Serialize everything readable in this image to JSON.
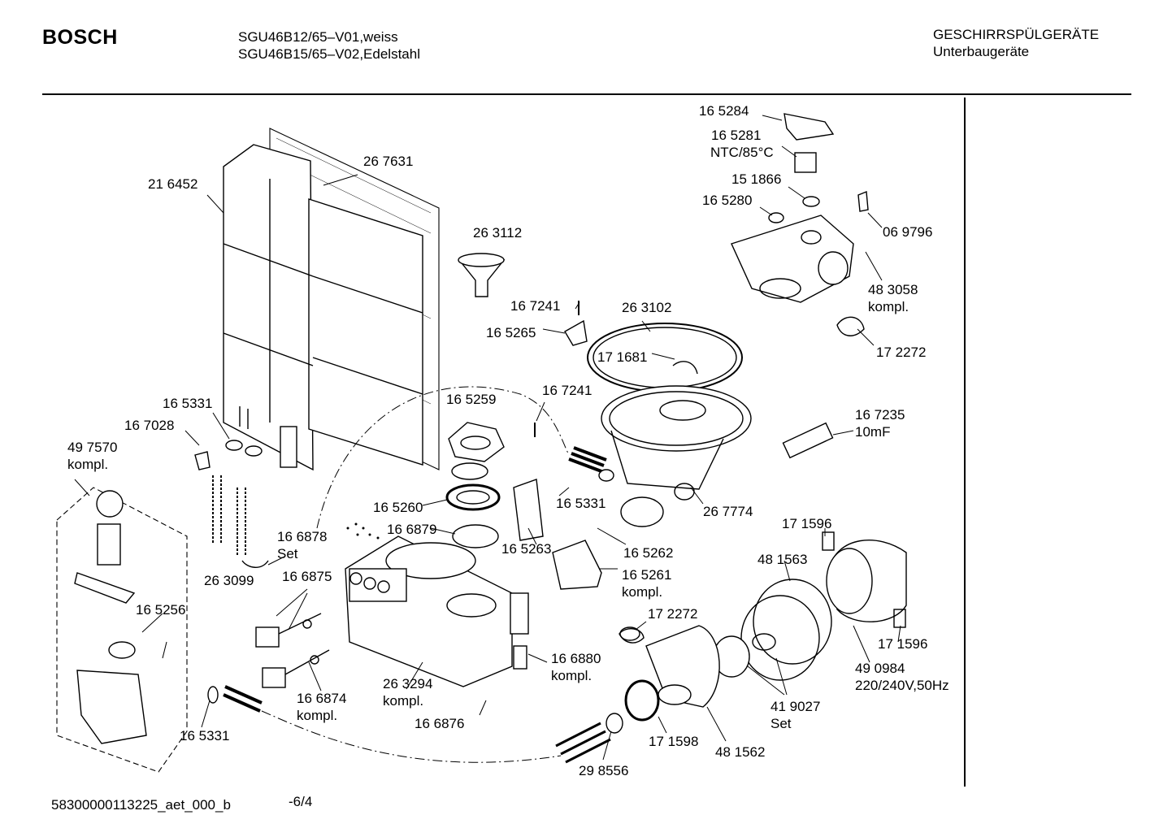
{
  "header": {
    "brand": "BOSCH",
    "model_line_1": "SGU46B12/65–V01,weiss",
    "model_line_2": "SGU46B15/65–V02,Edelstahl",
    "category_line_1": "GESCHIRRSPÜLGERÄTE",
    "category_line_2": "Unterbaugeräte"
  },
  "footer": {
    "doc_id": "58300000113225_aet_000_b",
    "page": "-6/4"
  },
  "parts": [
    {
      "id": "p01",
      "number": "16 5284"
    },
    {
      "id": "p02",
      "number": "16 5281",
      "note": "NTC/85°C"
    },
    {
      "id": "p03",
      "number": "15 1866"
    },
    {
      "id": "p04",
      "number": "16 5280"
    },
    {
      "id": "p05",
      "number": "06 9796"
    },
    {
      "id": "p06",
      "number": "48 3058",
      "note": "kompl."
    },
    {
      "id": "p07",
      "number": "17 2272"
    },
    {
      "id": "p08",
      "number": "26 7631"
    },
    {
      "id": "p09",
      "number": "21 6452"
    },
    {
      "id": "p10",
      "number": "26 3112"
    },
    {
      "id": "p11",
      "number": "16 7241"
    },
    {
      "id": "p12",
      "number": "16 5265"
    },
    {
      "id": "p13",
      "number": "26 3102"
    },
    {
      "id": "p14",
      "number": "17 1681"
    },
    {
      "id": "p15",
      "number": "16 5331"
    },
    {
      "id": "p16",
      "number": "16 7028"
    },
    {
      "id": "p17",
      "number": "49 7570",
      "note": "kompl."
    },
    {
      "id": "p18",
      "number": "16 5259"
    },
    {
      "id": "p19",
      "number": "16 7241"
    },
    {
      "id": "p20",
      "number": "16 7235",
      "note": "10mF"
    },
    {
      "id": "p21",
      "number": "16 5331"
    },
    {
      "id": "p22",
      "number": "26 7774"
    },
    {
      "id": "p23",
      "number": "16 5260"
    },
    {
      "id": "p24",
      "number": "16 6879"
    },
    {
      "id": "p25",
      "number": "16 6878",
      "note": "Set"
    },
    {
      "id": "p26",
      "number": "16 5263"
    },
    {
      "id": "p27",
      "number": "16 5262"
    },
    {
      "id": "p28",
      "number": "17 1596"
    },
    {
      "id": "p29",
      "number": "48 1563"
    },
    {
      "id": "p30",
      "number": "26 3099"
    },
    {
      "id": "p31",
      "number": "16 6875"
    },
    {
      "id": "p32",
      "number": "16 5261",
      "note": "kompl."
    },
    {
      "id": "p33",
      "number": "16 5256"
    },
    {
      "id": "p34",
      "number": "17 2272"
    },
    {
      "id": "p35",
      "number": "17 1596"
    },
    {
      "id": "p36",
      "number": "16 6880",
      "note": "kompl."
    },
    {
      "id": "p37",
      "number": "49 0984",
      "note": "220/240V,50Hz"
    },
    {
      "id": "p38",
      "number": "26 3294",
      "note": "kompl."
    },
    {
      "id": "p39",
      "number": "16 6874",
      "note": "kompl."
    },
    {
      "id": "p40",
      "number": "41 9027",
      "note": "Set"
    },
    {
      "id": "p41",
      "number": "16 6876"
    },
    {
      "id": "p42",
      "number": "16 5331"
    },
    {
      "id": "p43",
      "number": "17 1598"
    },
    {
      "id": "p44",
      "number": "48 1562"
    },
    {
      "id": "p45",
      "number": "29 8556"
    }
  ]
}
